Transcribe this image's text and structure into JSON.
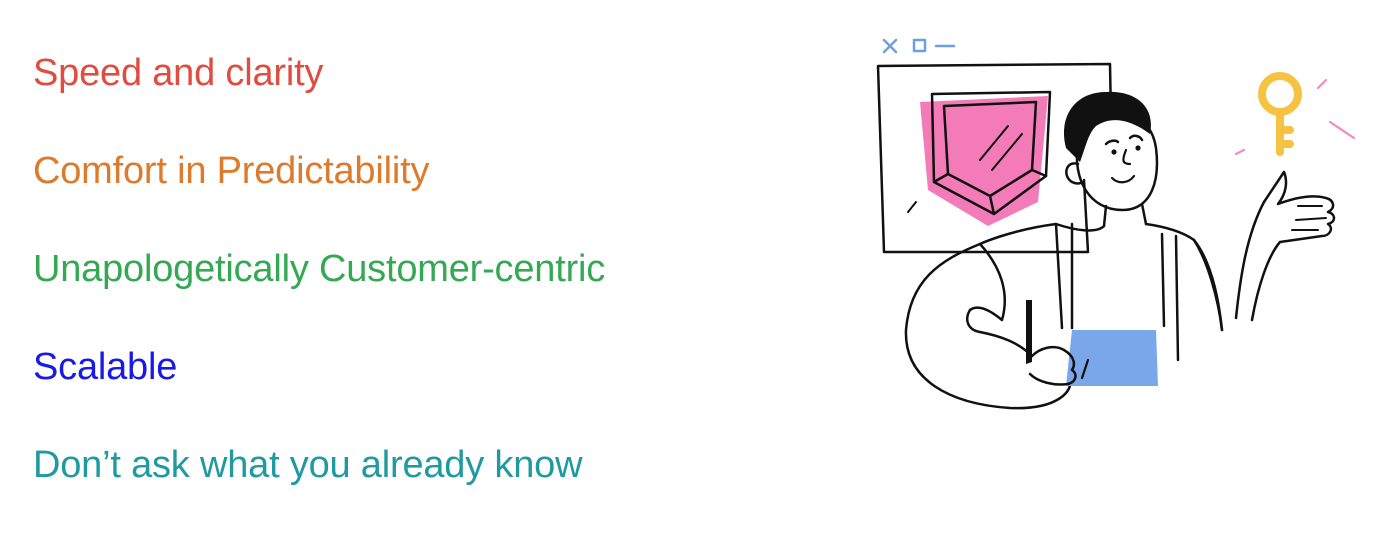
{
  "principles": [
    {
      "text": "Speed and clarity",
      "color": "#e04c40"
    },
    {
      "text": "Comfort in Predictability",
      "color": "#dd7a2b"
    },
    {
      "text": "Unapologetically Customer-centric",
      "color": "#34a853"
    },
    {
      "text": "Scalable",
      "color": "#1a1ae6"
    },
    {
      "text": "Don’t ask what you already know",
      "color": "#1f9aa0"
    }
  ],
  "illustration": {
    "icons": [
      "window-close-icon",
      "window-maximize-icon",
      "window-minimize-icon",
      "shield-icon",
      "key-icon"
    ],
    "colors": {
      "outline": "#111111",
      "shield": "#f27bb8",
      "laptop": "#7aa7ea",
      "key": "#f5c242",
      "window_controls": "#6f9fe3",
      "sparkle": "#f08aba"
    }
  }
}
